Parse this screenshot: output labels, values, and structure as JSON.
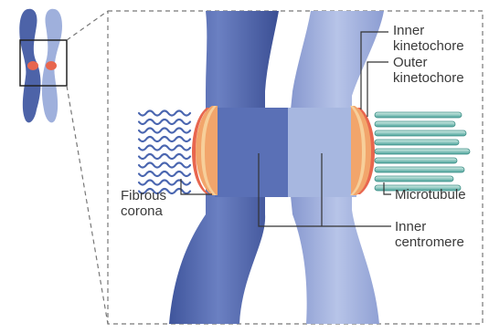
{
  "labels": {
    "inner_kinetochore": [
      "Inner",
      "kinetochore"
    ],
    "outer_kinetochore": [
      "Outer",
      "kinetochore"
    ],
    "fibrous_corona": [
      "Fibrous",
      "corona"
    ],
    "microtubule": "Microtubule",
    "inner_centromere": [
      "Inner",
      "centromere"
    ]
  },
  "colors": {
    "chromatid_dark": "#4d63a8",
    "chromatid_light": "#9fb0dc",
    "centromere_red": "#e8664e",
    "outer_kinetochore": "#f2a56b",
    "inner_kinetochore_band": "#f7cf9a",
    "microtubule": "#4aa39a",
    "fibrous_corona": "#4a66b0",
    "leader_line": "#333333"
  },
  "icons": {
    "whole_chromosome": "x-shaped-chromosome-icon",
    "zoom_box": "zoom-frame"
  }
}
